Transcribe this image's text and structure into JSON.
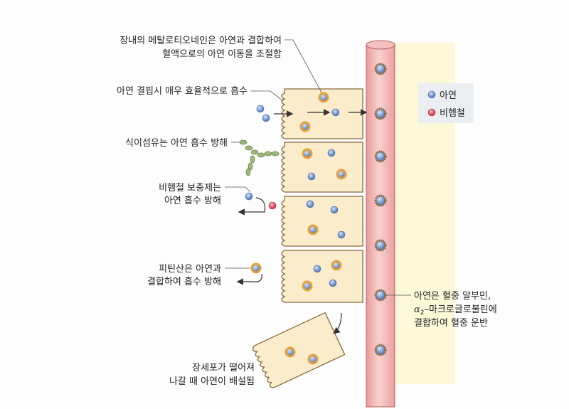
{
  "labels": {
    "metallothionein_1": "장내의 메탈로티오네인은 아연과 결합하여",
    "metallothionein_2": "혈액으로의 아연 이동을 조절함",
    "deficiency": "아연 결핍시 매우 효율적으로 흡수",
    "fiber": "식이섬유는 아연 흡수 방해",
    "nonheme_1": "비헴철 보충제는",
    "nonheme_2": "아연 흡수 방해",
    "phytate_1": "피틴산은 아연과",
    "phytate_2": "결합하여 흡수 방해",
    "shed_1": "장세포가 떨어져",
    "shed_2": "나갈 때 아연이 배설됨",
    "transport_1": "아연은 혈중 알부민,",
    "transport_2_symbol": "α",
    "transport_2_sub": "2",
    "transport_2_rest": "–마크로글로불린에",
    "transport_3": "결합하여 혈중 운반"
  },
  "legend": {
    "items": [
      {
        "label": "아연",
        "color": "#7fa3d8"
      },
      {
        "label": "비헴철",
        "color": "#e8647a"
      }
    ]
  },
  "colors": {
    "cell": "#fbeccb",
    "cell_border": "#8a6a40",
    "vessel": "#f3b6b6",
    "backdrop": "#fdf8d8"
  }
}
